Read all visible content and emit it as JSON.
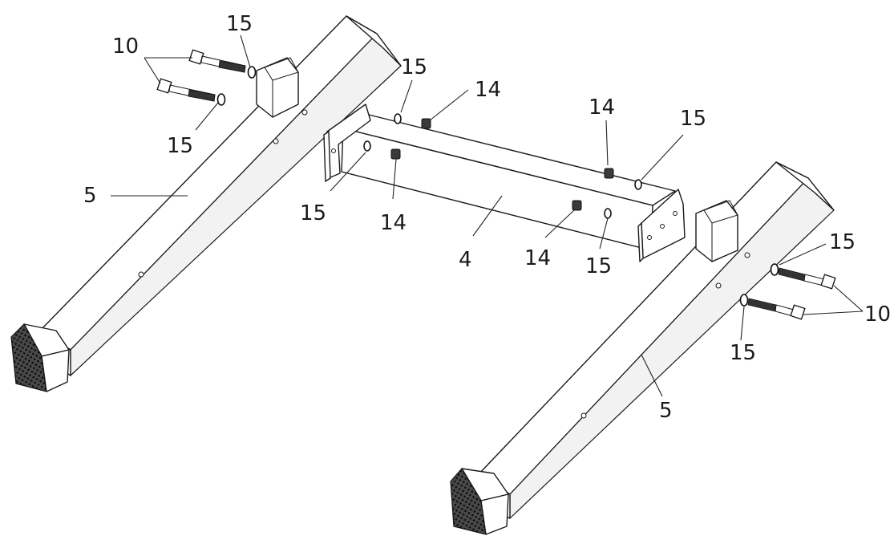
{
  "callouts": [
    {
      "id": "c-10-left",
      "text": "10"
    },
    {
      "id": "c-15-top-left",
      "text": "15"
    },
    {
      "id": "c-15-left-lower",
      "text": "15"
    },
    {
      "id": "c-5-left",
      "text": "5"
    },
    {
      "id": "c-15-center-top",
      "text": "15"
    },
    {
      "id": "c-14-center-top",
      "text": "14"
    },
    {
      "id": "c-14-right-top",
      "text": "14"
    },
    {
      "id": "c-15-right-top",
      "text": "15"
    },
    {
      "id": "c-15-center-left",
      "text": "15"
    },
    {
      "id": "c-14-center-left",
      "text": "14"
    },
    {
      "id": "c-4",
      "text": "4"
    },
    {
      "id": "c-14-center-right",
      "text": "14"
    },
    {
      "id": "c-15-center-right",
      "text": "15"
    },
    {
      "id": "c-15-right-upper",
      "text": "15"
    },
    {
      "id": "c-10-right",
      "text": "10"
    },
    {
      "id": "c-15-right-lower",
      "text": "15"
    },
    {
      "id": "c-5-right",
      "text": "5"
    }
  ],
  "colors": {
    "line": "#1a1a1a",
    "background": "#ffffff",
    "rubber_foot": "#2b2b2b"
  }
}
